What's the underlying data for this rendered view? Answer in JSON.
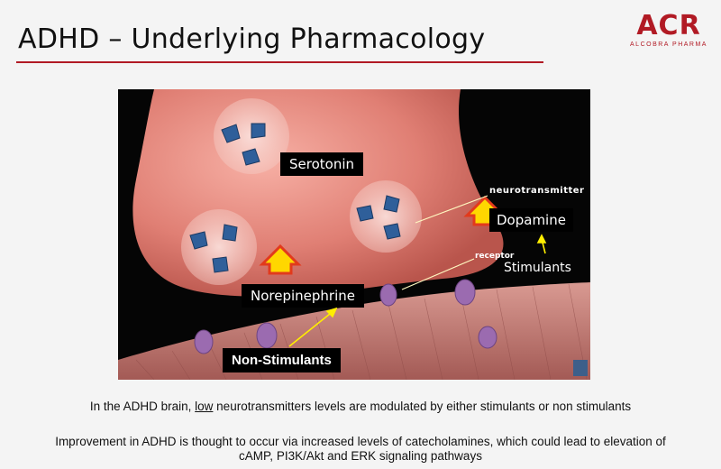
{
  "slide": {
    "title": "ADHD – Underlying Pharmacology"
  },
  "logo": {
    "mark": "ACR",
    "subtitle": "ALCOBRA PHARMA"
  },
  "figure": {
    "labels": {
      "serotonin": "Serotonin",
      "dopamine": "Dopamine",
      "norepinephrine": "Norepinephrine",
      "non_stimulants": "Non-Stimulants",
      "stimulants": "Stimulants",
      "neurotransmitter": "neurotransmitter",
      "receptor": "receptor"
    }
  },
  "captions": {
    "line1_before": "In the ADHD brain, ",
    "line1_underlined": "low",
    "line1_after": " neurotransmitters levels are modulated by either stimulants or non stimulants",
    "line2": "Improvement in ADHD is thought to occur via increased levels of catecholamines, which could lead to elevation of cAMP, PI3K/Akt and ERK signaling pathways"
  },
  "colors": {
    "accent": "#b11a24",
    "neuron": "#e8877c",
    "arrow": "#ffd700"
  }
}
